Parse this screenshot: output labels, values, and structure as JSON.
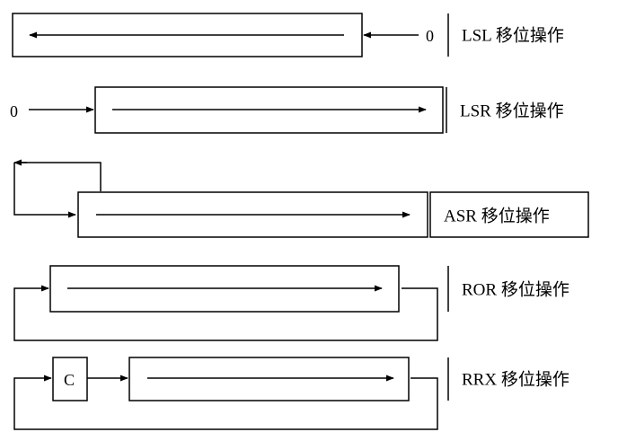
{
  "operations": [
    {
      "label": "LSL 移位操作",
      "input": "0"
    },
    {
      "label": "LSR 移位操作",
      "input": "0"
    },
    {
      "label": "ASR 移位操作"
    },
    {
      "label": "ROR 移位操作"
    },
    {
      "label": "RRX 移位操作",
      "carry": "C"
    }
  ]
}
